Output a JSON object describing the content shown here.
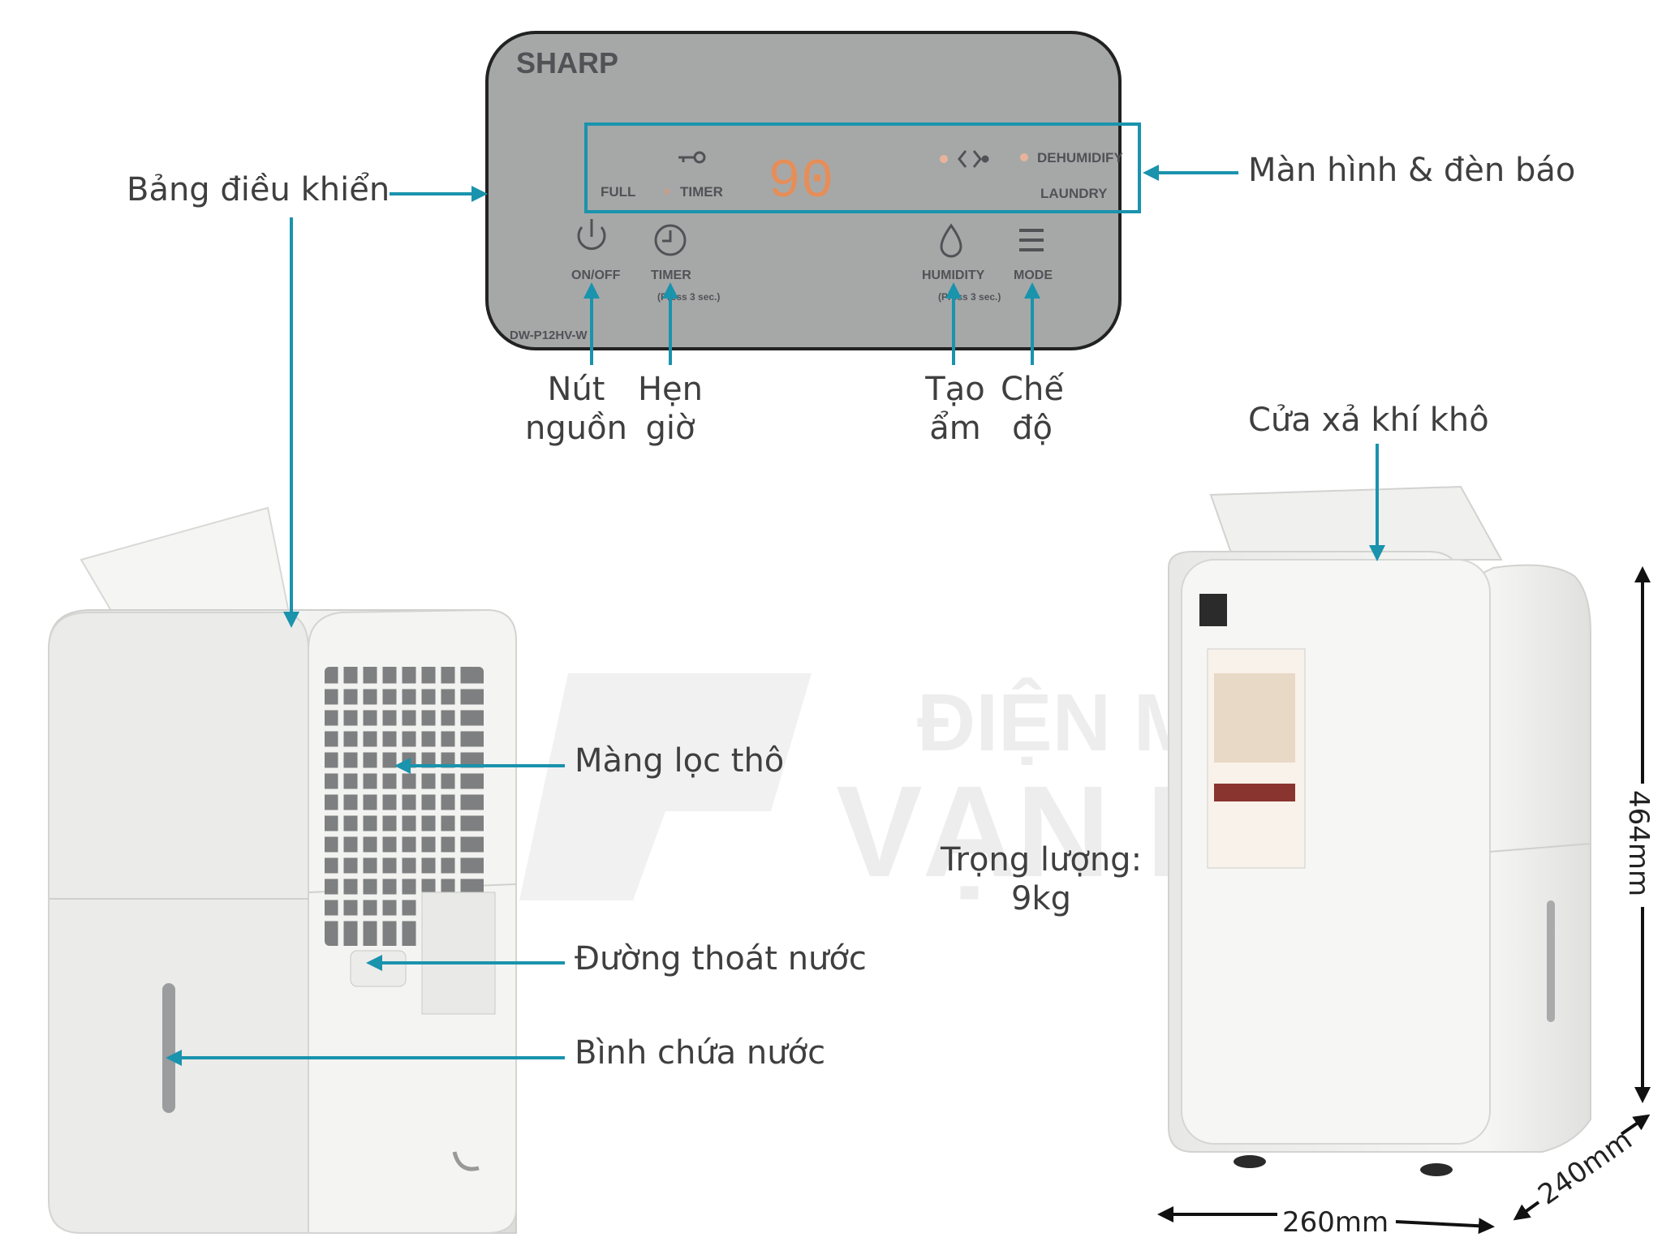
{
  "panel": {
    "brand": "SHARP",
    "model": "DW-P12HV-W",
    "indicator_full": "FULL",
    "indicator_timer": "TIMER",
    "display_value": "90",
    "indicator_dehumidify": "DEHUMIDIFY",
    "indicator_laundry": "LAUNDRY",
    "btn_onoff": "ON/OFF",
    "btn_timer": "TIMER",
    "btn_timer_sub": "(Press 3 sec.)",
    "btn_humidity": "HUMIDITY",
    "btn_humidity_sub": "(Press 3 sec.)",
    "btn_mode": "MODE"
  },
  "labels": {
    "control_panel": "Bảng điều khiển",
    "display_indicators": "Màn hình & đèn báo",
    "power_button": [
      "Nút",
      "nguồn"
    ],
    "timer": [
      "Hẹn",
      "giờ"
    ],
    "humidify": [
      "Tạo",
      "ẩm"
    ],
    "mode": [
      "Chế",
      "độ"
    ],
    "dry_air_outlet": "Cửa xả khí khô",
    "coarse_filter": "Màng lọc thô",
    "drain_line": "Đường thoát nước",
    "water_tank": "Bình chứa nước",
    "weight": [
      "Trọng lượng:",
      "9kg"
    ]
  },
  "dimensions": {
    "height": "464mm",
    "width": "260mm",
    "depth": "240mm"
  },
  "watermark": {
    "line1": "ĐIỆN MÁY",
    "line2": "VẠN PHÚC"
  },
  "colors": {
    "callout": "#1a93ad",
    "label_text": "#3f3f3f",
    "panel_bg": "#a6a8a8",
    "display_led": "#f08a4c",
    "unit_body": "#f1f1ef"
  }
}
